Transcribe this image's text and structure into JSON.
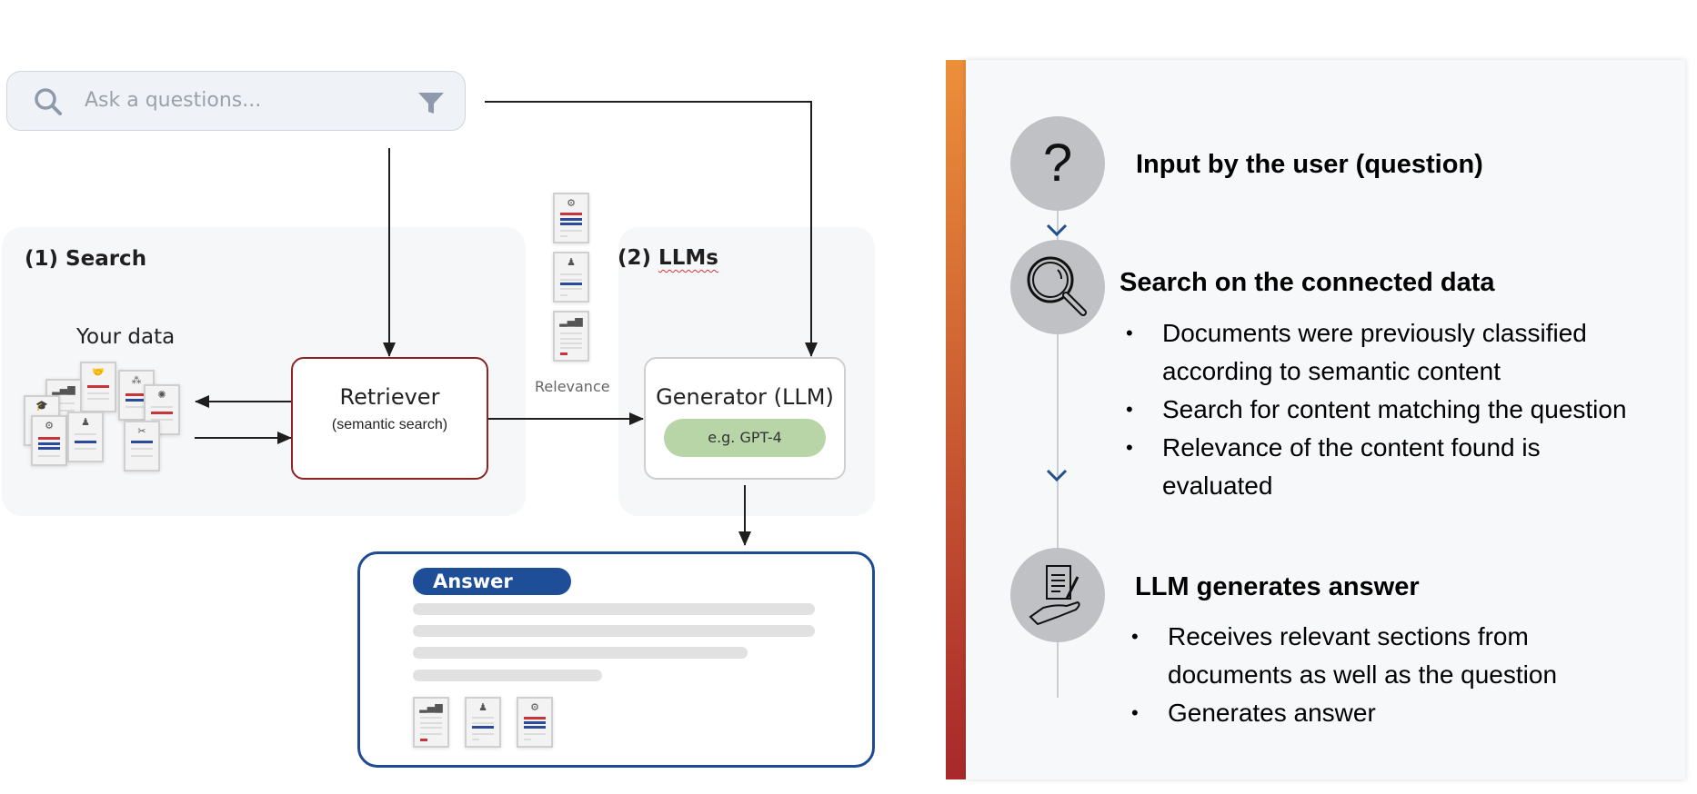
{
  "search_bar": {
    "placeholder": "Ask a questions...",
    "search_icon": "magnifier-icon",
    "filter_icon": "funnel-icon"
  },
  "diagram": {
    "search_panel_title": "(1) Search",
    "llm_panel_title_prefix": "(2)",
    "llm_panel_title_word": "LLMs",
    "your_data_label": "Your data",
    "retriever": {
      "title": "Retriever",
      "subtitle": "(semantic search)"
    },
    "relevance_label": "Relevance",
    "generator": {
      "title": "Generator (LLM)",
      "model_example": "e.g. GPT-4"
    },
    "answer": {
      "badge": "Answer"
    },
    "colors": {
      "retriever_border": "#8b2323",
      "answer_border": "#1f4a94",
      "answer_badge": "#1f4e98",
      "model_pill": "#b8d5a8",
      "doc_red_line": "#c8343a",
      "doc_blue_line": "#2c4a9a"
    }
  },
  "steps_panel": {
    "accent_gradient": [
      "#ec8f3a",
      "#a8282b"
    ],
    "steps": [
      {
        "icon": "question-mark-icon",
        "title": "Input by the user (question)",
        "bullets": []
      },
      {
        "icon": "magnifier-icon",
        "title": "Search on the connected data",
        "bullets": [
          "Documents were previously classified according to semantic content",
          "Search for content matching the question",
          "Relevance of the content found is evaluated"
        ]
      },
      {
        "icon": "hand-document-pen-icon",
        "title": "LLM generates answer",
        "bullets": [
          "Receives relevant sections from documents as well as the question",
          "Generates answer"
        ]
      }
    ]
  }
}
